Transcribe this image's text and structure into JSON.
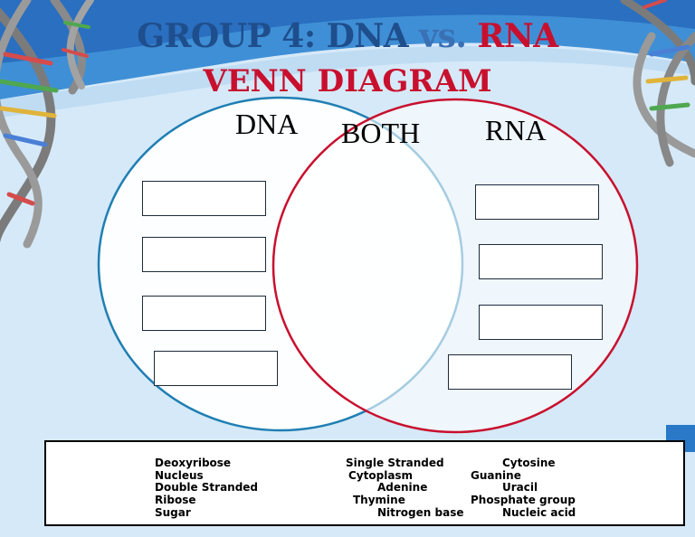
{
  "title": {
    "line1_part1": "GROUP 4: DNA ",
    "line1_part2": "vs.",
    "line1_part3": " RNA",
    "line2": "VENN DIAGRAM"
  },
  "labels": {
    "left": "DNA",
    "middle": "BOTH",
    "right": "RNA"
  },
  "colors": {
    "left_circle": "#1f7fb3",
    "right_circle": "#c8102e",
    "title_dark": "#1f4e8c",
    "title_red": "#c8102e"
  },
  "word_bank": {
    "col1": [
      "Deoxyribose",
      "Nucleus",
      "Double Stranded",
      "Ribose",
      "Sugar"
    ],
    "col2": [
      "Single Stranded",
      "Cytoplasm",
      "Adenine",
      "Thymine",
      "Nitrogen base"
    ],
    "col3": [
      "Cytosine",
      "Guanine",
      "Uracil",
      "Phosphate group",
      "Nucleic acid"
    ]
  }
}
